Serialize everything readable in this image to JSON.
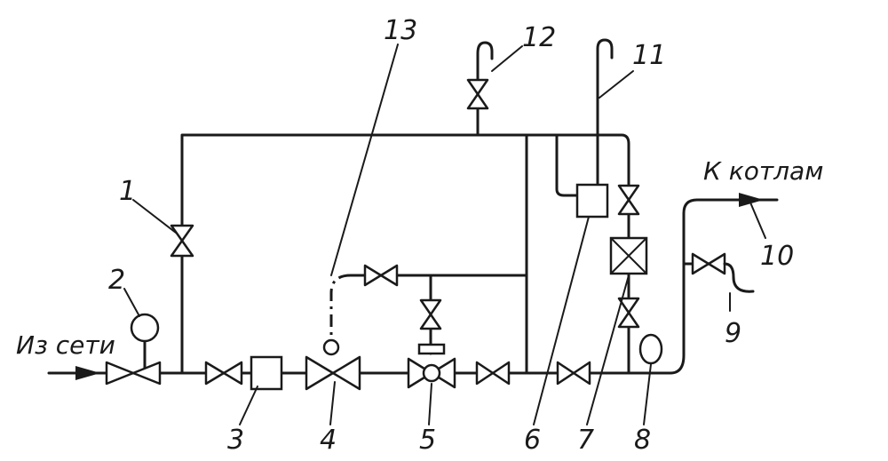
{
  "flow": {
    "inlet_label": "Из сети",
    "outlet_label": "К котлам"
  },
  "labels": {
    "n1": "1",
    "n2": "2",
    "n3": "3",
    "n4": "4",
    "n5": "5",
    "n6": "6",
    "n7": "7",
    "n8": "8",
    "n9": "9",
    "n10": "10",
    "n11": "11",
    "n12": "12",
    "n13": "13"
  }
}
